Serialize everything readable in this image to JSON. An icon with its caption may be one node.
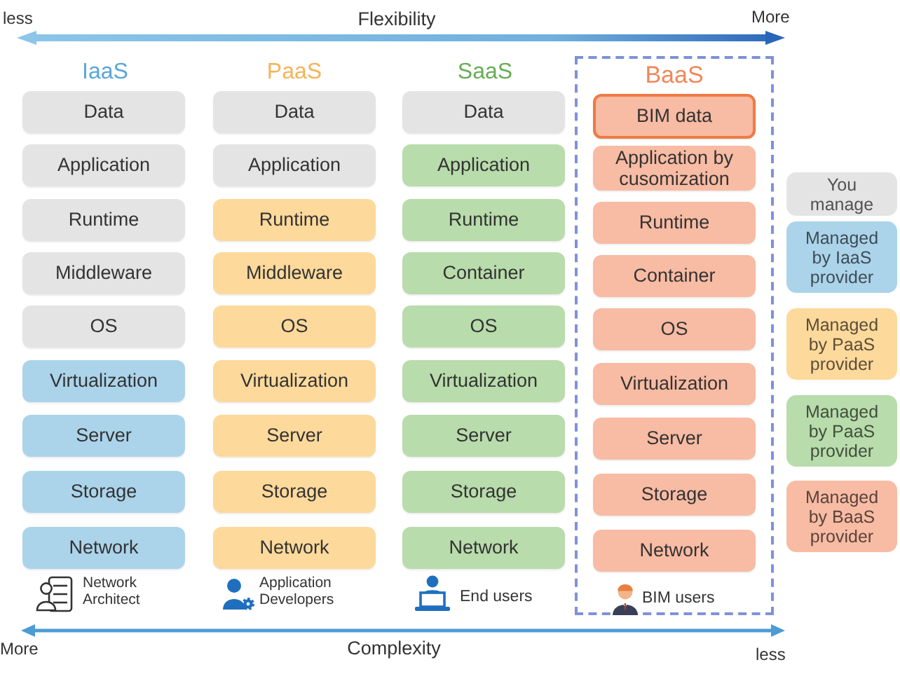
{
  "diagram": {
    "nodes": [
      {
        "text": [
          "Data"
        ]
      },
      {
        "text": [
          "Application"
        ]
      },
      {
        "text": [
          "Runtime"
        ]
      },
      {
        "text": [
          "Middleware"
        ]
      },
      {
        "text": [
          "OS"
        ]
      },
      {
        "text": [
          "Virtualization"
        ]
      },
      {
        "text": [
          "Server"
        ]
      },
      {
        "text": [
          "Storage"
        ]
      },
      {
        "text": [
          "Network"
        ]
      },
      {
        "text": [
          "Data"
        ]
      },
      {
        "text": [
          "Application"
        ]
      },
      {
        "text": [
          "Runtime"
        ]
      },
      {
        "text": [
          "Middleware"
        ]
      },
      {
        "text": [
          "OS"
        ]
      },
      {
        "text": [
          "Virtualization"
        ]
      },
      {
        "text": [
          "Server"
        ]
      },
      {
        "text": [
          "Storage"
        ]
      },
      {
        "text": [
          "Network"
        ]
      },
      {
        "text": [
          "Data"
        ]
      },
      {
        "text": [
          "Application"
        ]
      },
      {
        "text": [
          "Runtime"
        ]
      },
      {
        "text": [
          "Container"
        ]
      },
      {
        "text": [
          "OS"
        ]
      },
      {
        "text": [
          "Virtualization"
        ]
      },
      {
        "text": [
          "Server"
        ]
      },
      {
        "text": [
          "Storage"
        ]
      },
      {
        "text": [
          "Network"
        ]
      },
      {
        "text": [
          "BaaS",
          "BIM users"
        ]
      },
      {
        "text": [
          "BIM data"
        ],
        "in": 27
      },
      {
        "text": [
          "Application by cusomization"
        ],
        "in": 27
      },
      {
        "text": [
          "Runtime"
        ],
        "in": 27
      },
      {
        "text": [
          "Container"
        ],
        "in": 27
      },
      {
        "text": [
          "OS"
        ],
        "in": 27
      },
      {
        "text": [
          "Virtualization"
        ],
        "in": 27
      },
      {
        "text": [
          "Server"
        ],
        "in": 27
      },
      {
        "text": [
          "Storage"
        ],
        "in": 27
      },
      {
        "text": [
          "Network"
        ],
        "in": 27
      }
    ],
    "labels": [
      "less",
      "Flexibility",
      "More",
      "IaaS",
      "PaaS",
      "SaaS",
      "Network Architect",
      "Application Developers",
      "End users",
      "More",
      "Complexity",
      "less"
    ],
    "legend": [
      {
        "text": "You manage",
        "color": "#e4e4e4"
      },
      {
        "text": "Managed by IaaS provider",
        "color": "#abd4eb"
      },
      {
        "text": "Managed by PaaS provider",
        "color": "#fdd99b"
      },
      {
        "text": "Managed by PaaS provider",
        "color": "#b8dcab"
      },
      {
        "text": "Managed by BaaS provider",
        "color": "#f8bba3"
      }
    ]
  }
}
